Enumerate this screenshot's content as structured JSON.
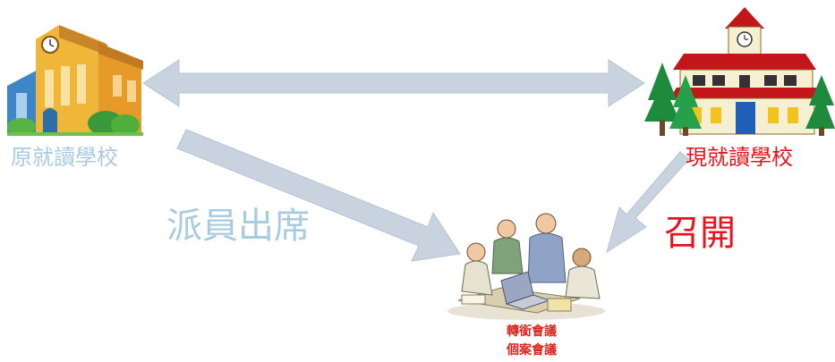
{
  "labels": {
    "origin_school": "原就讀學校",
    "current_school": "現就讀學校",
    "dispatch": "派員出席",
    "convene": "召開",
    "meeting_line1": "轉銜會議",
    "meeting_line2": "個案會議"
  },
  "colors": {
    "origin_text": "#a9cbe0",
    "current_text": "#e8141c",
    "dispatch_text": "#a9cbe0",
    "convene_text": "#e8141c",
    "meeting_text": "#d9261c",
    "arrow_fill": "#c9d3e0",
    "arrow_stroke": "#b6c2d2"
  },
  "icons": {
    "origin_school": "school-building-clipart-icon",
    "current_school": "red-roof-school-clipart-icon",
    "meeting": "team-meeting-clipart-icon"
  }
}
